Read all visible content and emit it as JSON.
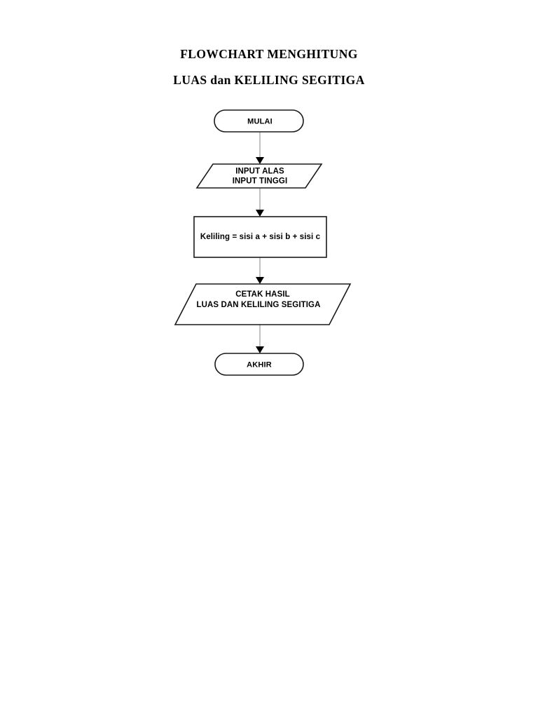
{
  "document": {
    "title_line1": "FLOWCHART MENGHITUNG",
    "title_line2": "LUAS dan KELILING SEGITIGA",
    "background_color": "#ffffff",
    "outline_color": "#1a1a1a",
    "connector_color": "#b3b3b3",
    "text_color": "#000000"
  },
  "chart_data": {
    "type": "diagram",
    "diagram_type": "flowchart",
    "title": "FLOWCHART MENGHITUNG LUAS dan KELILING SEGITIGA",
    "orientation": "top-to-bottom",
    "nodes": [
      {
        "id": "start",
        "shape": "terminator",
        "label": "MULAI",
        "lines": [
          "MULAI"
        ]
      },
      {
        "id": "input",
        "shape": "parallelogram",
        "label": "INPUT ALAS / INPUT TINGGI",
        "lines": [
          "INPUT ALAS",
          "INPUT TINGGI"
        ]
      },
      {
        "id": "process",
        "shape": "rectangle",
        "label": "Keliling = sisi a + sisi b + sisi c",
        "lines": [
          "Keliling = sisi a + sisi b + sisi c"
        ]
      },
      {
        "id": "output",
        "shape": "parallelogram",
        "label": "CETAK HASIL / LUAS DAN KELILING SEGITIGA",
        "lines": [
          "CETAK HASIL",
          "LUAS DAN KELILING SEGITIGA"
        ]
      },
      {
        "id": "end",
        "shape": "terminator",
        "label": "AKHIR",
        "lines": [
          "AKHIR"
        ]
      }
    ],
    "edges": [
      {
        "from": "start",
        "to": "input",
        "label": ""
      },
      {
        "from": "input",
        "to": "process",
        "label": ""
      },
      {
        "from": "process",
        "to": "output",
        "label": ""
      },
      {
        "from": "output",
        "to": "end",
        "label": ""
      }
    ]
  }
}
